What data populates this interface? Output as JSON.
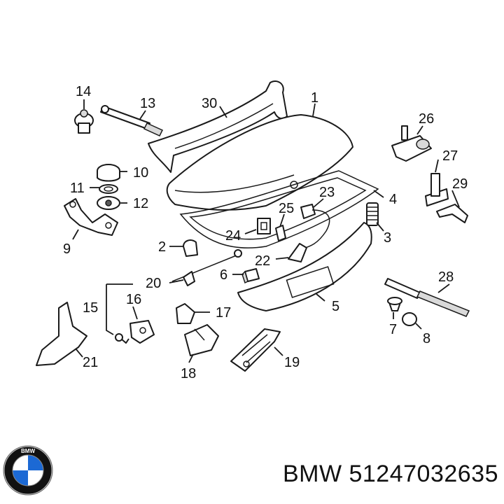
{
  "callouts": {
    "n1": "1",
    "n2": "2",
    "n3": "3",
    "n4": "4",
    "n5": "5",
    "n6": "6",
    "n7": "7",
    "n8": "8",
    "n9": "9",
    "n10": "10",
    "n11": "11",
    "n12": "12",
    "n13": "13",
    "n14": "14",
    "n15": "15",
    "n16": "16",
    "n17": "17",
    "n18": "18",
    "n19": "19",
    "n20": "20",
    "n21": "21",
    "n22": "22",
    "n23": "23",
    "n24": "24",
    "n25": "25",
    "n26": "26",
    "n27": "27",
    "n28": "28",
    "n29": "29",
    "n30": "30"
  },
  "footer": {
    "caption": "BMW 51247032635",
    "logo_text": "BMW"
  },
  "colors": {
    "line": "#1a1a1a",
    "logo_blue": "#1c69d4",
    "logo_ring": "#111111"
  }
}
